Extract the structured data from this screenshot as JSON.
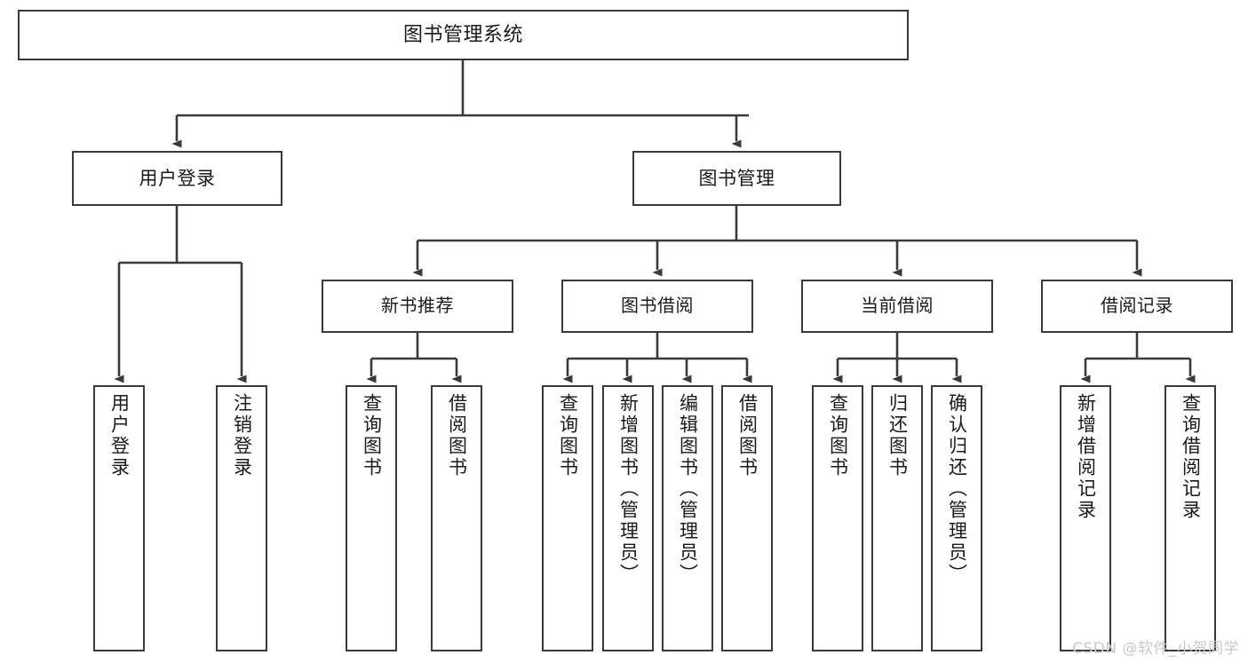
{
  "diagram": {
    "title": "图书管理系统",
    "type": "tree-hierarchy-chart",
    "watermark": "CSDN @软件_小贺同学",
    "colors": {
      "box_border": "#3a3a3a",
      "box_fill": "#ffffff",
      "edge": "#3a3a3a",
      "text": "#1a1a1a",
      "watermark": "#c9c9c9",
      "background": "#ffffff"
    },
    "nodes": {
      "root": {
        "label": "图书管理系统"
      },
      "level2": [
        {
          "id": "user-login",
          "label": "用户登录"
        },
        {
          "id": "book-manage",
          "label": "图书管理"
        }
      ],
      "level3": [
        {
          "id": "new-book-recommend",
          "label": "新书推荐"
        },
        {
          "id": "book-borrow",
          "label": "图书借阅"
        },
        {
          "id": "current-borrow",
          "label": "当前借阅"
        },
        {
          "id": "borrow-record",
          "label": "借阅记录"
        }
      ],
      "leaves": {
        "user_login": [
          {
            "id": "leaf-user-login",
            "label": "用户登录"
          },
          {
            "id": "leaf-logout-login",
            "label": "注销登录"
          }
        ],
        "new_book_recommend": [
          {
            "id": "leaf-query-book-1",
            "label": "查询图书"
          },
          {
            "id": "leaf-borrow-book-1",
            "label": "借阅图书"
          }
        ],
        "book_borrow": [
          {
            "id": "leaf-query-book-2",
            "label": "查询图书"
          },
          {
            "id": "leaf-add-book",
            "label": "新增图书（管理员）"
          },
          {
            "id": "leaf-edit-book",
            "label": "编辑图书（管理员）"
          },
          {
            "id": "leaf-borrow-book-2",
            "label": "借阅图书"
          }
        ],
        "current_borrow": [
          {
            "id": "leaf-query-book-3",
            "label": "查询图书"
          },
          {
            "id": "leaf-return-book",
            "label": "归还图书"
          },
          {
            "id": "leaf-confirm-return",
            "label": "确认归还（管理员）"
          }
        ],
        "borrow_record": [
          {
            "id": "leaf-add-record",
            "label": "新增借阅记录"
          },
          {
            "id": "leaf-query-record",
            "label": "查询借阅记录"
          }
        ]
      }
    }
  }
}
